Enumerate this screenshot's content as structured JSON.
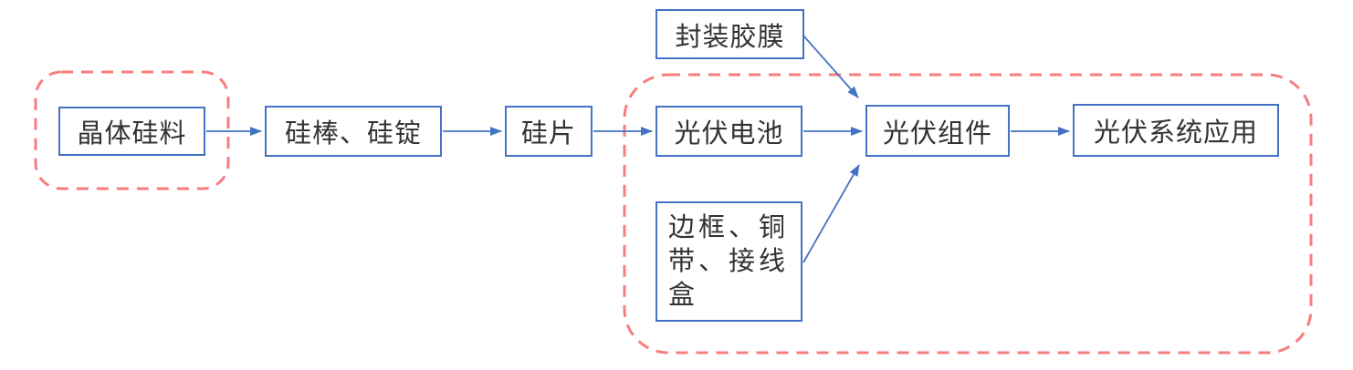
{
  "diagram": {
    "type": "flowchart",
    "description": "Photovoltaic industry chain flow diagram",
    "colors": {
      "node_border": "#4472C4",
      "arrow": "#4472C4",
      "group_outline": "#F77E7E",
      "text": "#333333",
      "background": "#FFFFFF"
    },
    "nodes": {
      "crystal_silicon": {
        "label": "晶体硅料"
      },
      "silicon_rod_ingot": {
        "label": "硅棒、硅锭"
      },
      "silicon_wafer": {
        "label": "硅片"
      },
      "encapsulant_film": {
        "label": "封装胶膜"
      },
      "pv_cell": {
        "label": "光伏电池"
      },
      "pv_module": {
        "label": "光伏组件"
      },
      "pv_system_application": {
        "label": "光伏系统应用"
      },
      "frame_ribbon_junction_box": {
        "label": "边框、铜带、接线盒",
        "label_wrapped": "边框、铜\n带、接线\n盒"
      }
    },
    "groups": [
      {
        "id": "group-left",
        "style": "dashed-rounded",
        "contains": [
          "晶体硅料"
        ]
      },
      {
        "id": "group-right",
        "style": "dashed-rounded",
        "contains": [
          "光伏电池",
          "光伏组件",
          "光伏系统应用",
          "边框、铜带、接线盒"
        ]
      }
    ],
    "edges": [
      {
        "from": "晶体硅料",
        "to": "硅棒、硅锭"
      },
      {
        "from": "硅棒、硅锭",
        "to": "硅片"
      },
      {
        "from": "硅片",
        "to": "光伏电池"
      },
      {
        "from": "光伏电池",
        "to": "光伏组件"
      },
      {
        "from": "封装胶膜",
        "to": "光伏组件"
      },
      {
        "from": "边框、铜带、接线盒",
        "to": "光伏组件"
      },
      {
        "from": "光伏组件",
        "to": "光伏系统应用"
      }
    ]
  }
}
